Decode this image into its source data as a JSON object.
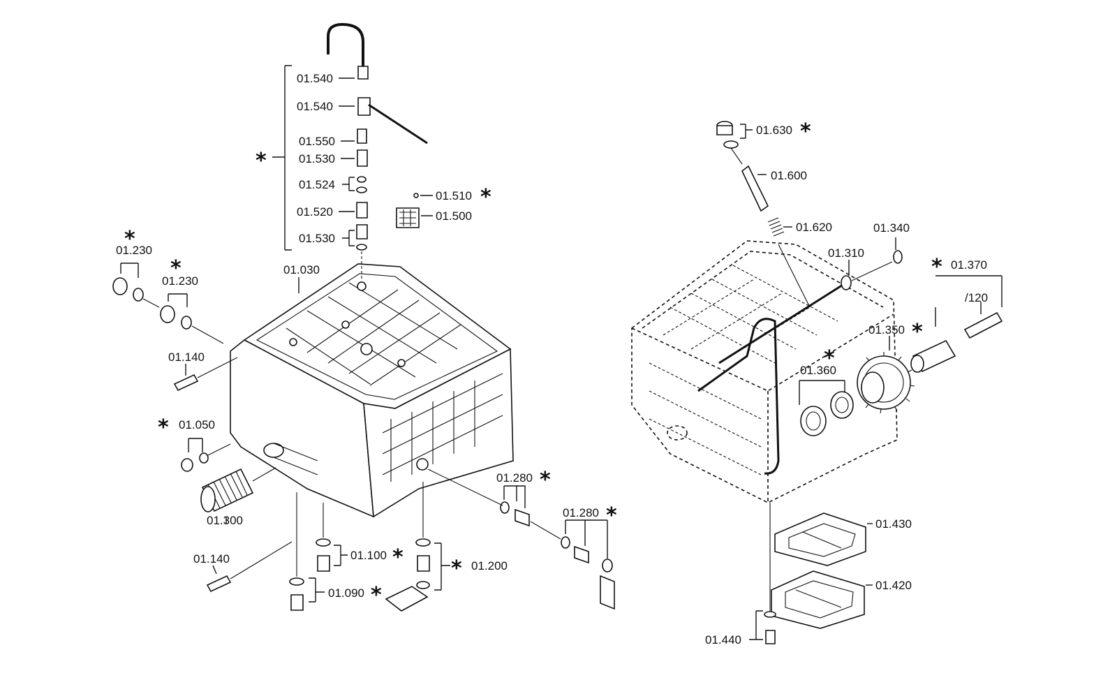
{
  "callout_marker": "*",
  "labels": {
    "l01540a": "01.540",
    "l01540b": "01.540",
    "l01550": "01.550",
    "l01530a": "01.530",
    "l01524": "01.524",
    "l01520": "01.520",
    "l01530b": "01.530",
    "l01510": "01.510",
    "l01500": "01.500",
    "l01230a": "01.230",
    "l01230b": "01.230",
    "l01030": "01.030",
    "l01140a": "01.140",
    "l01050": "01.050",
    "l01300": "01.300",
    "l01140b": "01.140",
    "l01100": "01.100",
    "l01090": "01.090",
    "l01200": "01.200",
    "l01280a": "01.280",
    "l01280b": "01.280",
    "l01630": "01.630",
    "l01600": "01.600",
    "l01620": "01.620",
    "l01340": "01.340",
    "l01310": "01.310",
    "l01370": "01.370",
    "l120": "/120",
    "l01350": "01.350",
    "l01360": "01.360",
    "l01430": "01.430",
    "l01420": "01.420",
    "l01440": "01.440"
  }
}
